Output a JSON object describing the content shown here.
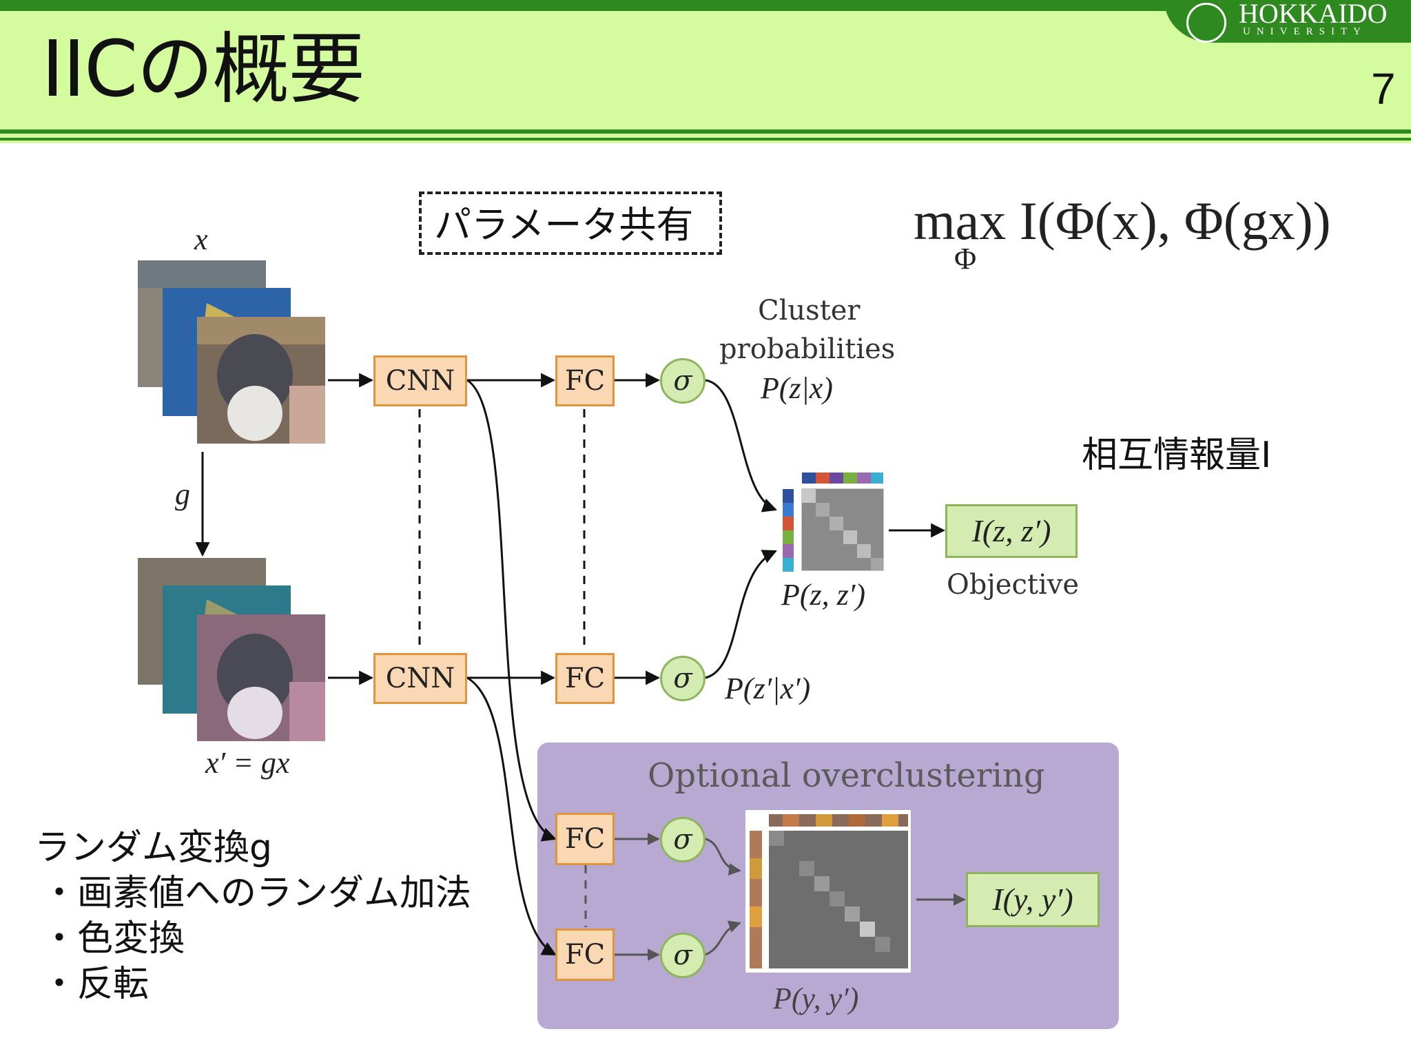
{
  "header": {
    "title": "IICの概要",
    "page_number": "7",
    "logo_name": "HOKKAIDO",
    "logo_subtitle": "UNIVERSITY"
  },
  "diagram": {
    "param_shared": "パラメータ共有",
    "formula": "max I(Φ(x), Φ(gx))",
    "formula_subscript": "Φ",
    "input_label": "x",
    "transform_label": "g",
    "transformed_label": "x′ = gx",
    "cnn_label": "CNN",
    "fc_label": "FC",
    "sigma_label": "σ",
    "cluster_prob_line1": "Cluster",
    "cluster_prob_line2": "probabilities",
    "pzx": "P(z|x)",
    "pz2x2": "P(z′|x′)",
    "joint_label": "P(z, z′)",
    "objective_box": "I(z, z′)",
    "objective_label": "Objective",
    "mutual_info": "相互情報量I",
    "overclustering_title": "Optional overclustering",
    "overclust_objective": "I(y, y′)",
    "overclust_joint": "P(y, y′)"
  },
  "augmentation": {
    "title": "ランダム変換g",
    "items": [
      "・画素値へのランダム加法",
      "・色変換",
      "・反転"
    ]
  },
  "colors": {
    "header_bg": "#d4fb9e",
    "header_accent": "#2e8a1e",
    "box_fill": "#fbd8b4",
    "box_border": "#e0953d",
    "sigma_fill": "#d4ecb2",
    "overclust_bg": "#b7a9d1"
  }
}
